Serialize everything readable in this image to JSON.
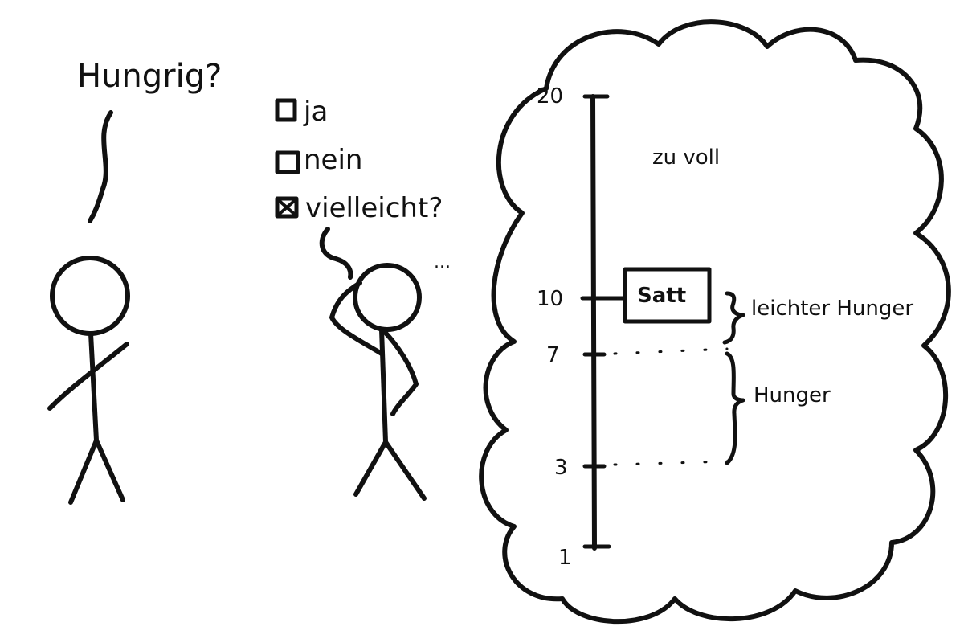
{
  "question": "Hungrig?",
  "options": [
    {
      "label": "ja",
      "checked": false
    },
    {
      "label": "nein",
      "checked": false
    },
    {
      "label": "vielleicht?",
      "checked": true
    }
  ],
  "thought_mark": "...",
  "scale": {
    "ticks": [
      "20",
      "10",
      "7",
      "3",
      "1"
    ],
    "satt_label": "Satt",
    "zones": {
      "zu_voll": "zu voll",
      "leichter_hunger": "leichter Hunger",
      "hunger": "Hunger"
    }
  },
  "colors": {
    "ink": "#111111",
    "background": "#ffffff"
  }
}
